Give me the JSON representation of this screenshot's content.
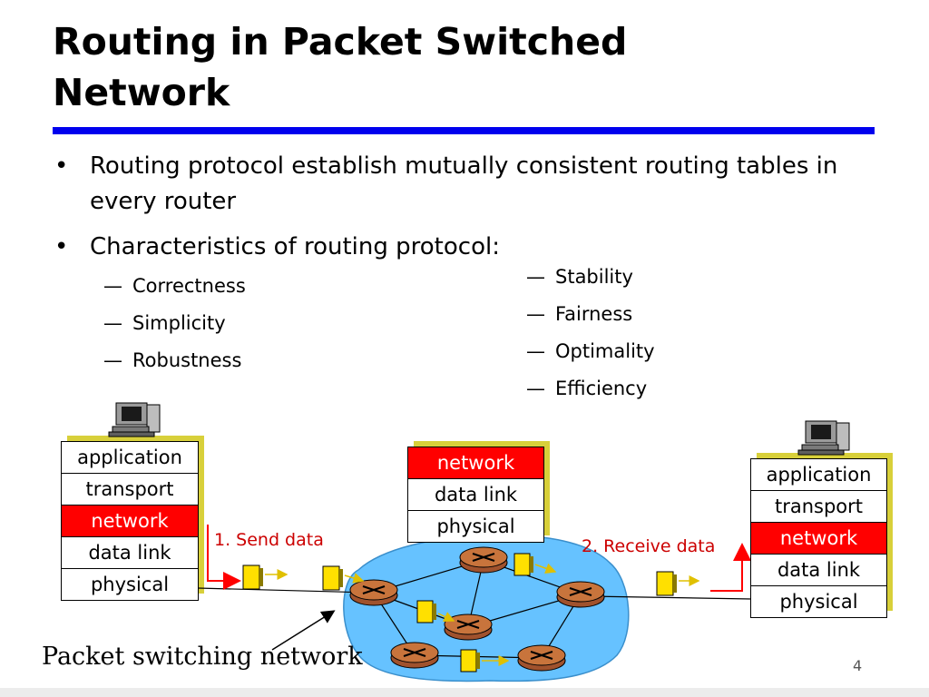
{
  "slide": {
    "title_line1": "Routing in Packet Switched",
    "title_line2": "Network",
    "bullets": [
      {
        "symbol": "•",
        "text": "Routing protocol establish mutually consistent routing tables in every router"
      },
      {
        "symbol": "•",
        "text": "Characteristics of routing protocol:"
      }
    ],
    "dash": "—",
    "sub_left": [
      "Correctness",
      "Simplicity",
      "Robustness"
    ],
    "sub_right": [
      "Stability",
      "Fairness",
      "Optimality",
      "Efficiency"
    ],
    "page_number": "4"
  },
  "diagram": {
    "left_stack": [
      "application",
      "transport",
      "network",
      "data link",
      "physical"
    ],
    "middle_stack": [
      "network",
      "data link",
      "physical"
    ],
    "right_stack": [
      "application",
      "transport",
      "network",
      "data link",
      "physical"
    ],
    "highlight_layer": "network",
    "send_label": "1. Send data",
    "receive_label": "2. Receive data",
    "caption": "Packet switching network",
    "icons": [
      "computer-icon",
      "router-icon",
      "packet-icon"
    ],
    "colors": {
      "highlight": "#ff0000",
      "rule": "#0000ee",
      "cloud": "#66c2ff",
      "packet": "#ffe000",
      "stack_shadow": "#d8d03a",
      "label": "#cc0000"
    }
  }
}
